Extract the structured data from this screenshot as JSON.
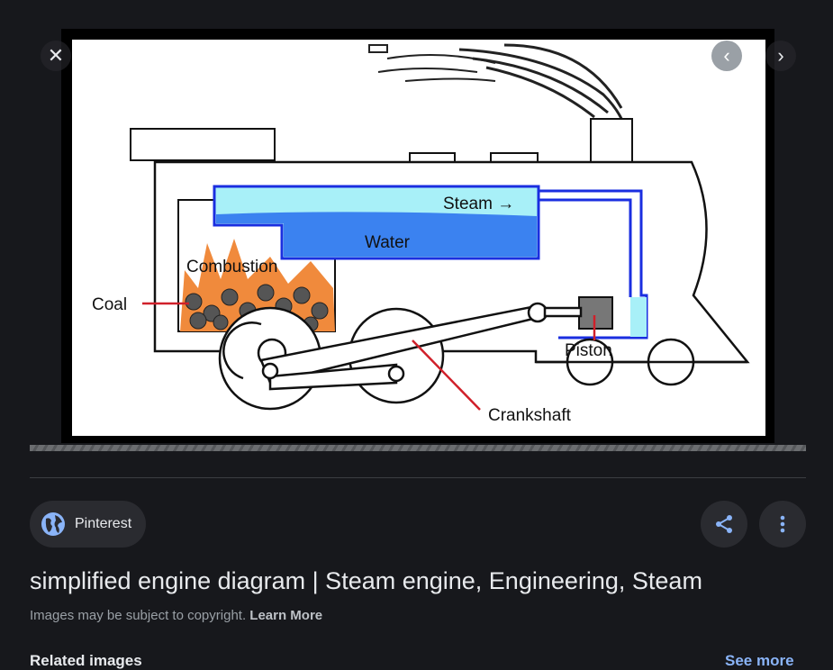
{
  "viewer": {
    "close_icon": "✕",
    "prev_icon": "‹",
    "next_icon": "›"
  },
  "image": {
    "labels": {
      "steam": "Steam →",
      "water": "Water",
      "combustion": "Combustion",
      "coal": "Coal",
      "piston": "Piston",
      "crankshaft": "Crankshaft"
    }
  },
  "source": {
    "name": "Pinterest"
  },
  "details": {
    "title": "simplified engine diagram | Steam engine, Engineering, Steam",
    "copyright": "Images may be subject to copyright.",
    "learn_more": "Learn More",
    "related": "Related images",
    "see_more": "See more"
  },
  "colors": {
    "link": "#8ab4f8",
    "background": "#17181c",
    "chip": "#2a2b30"
  }
}
